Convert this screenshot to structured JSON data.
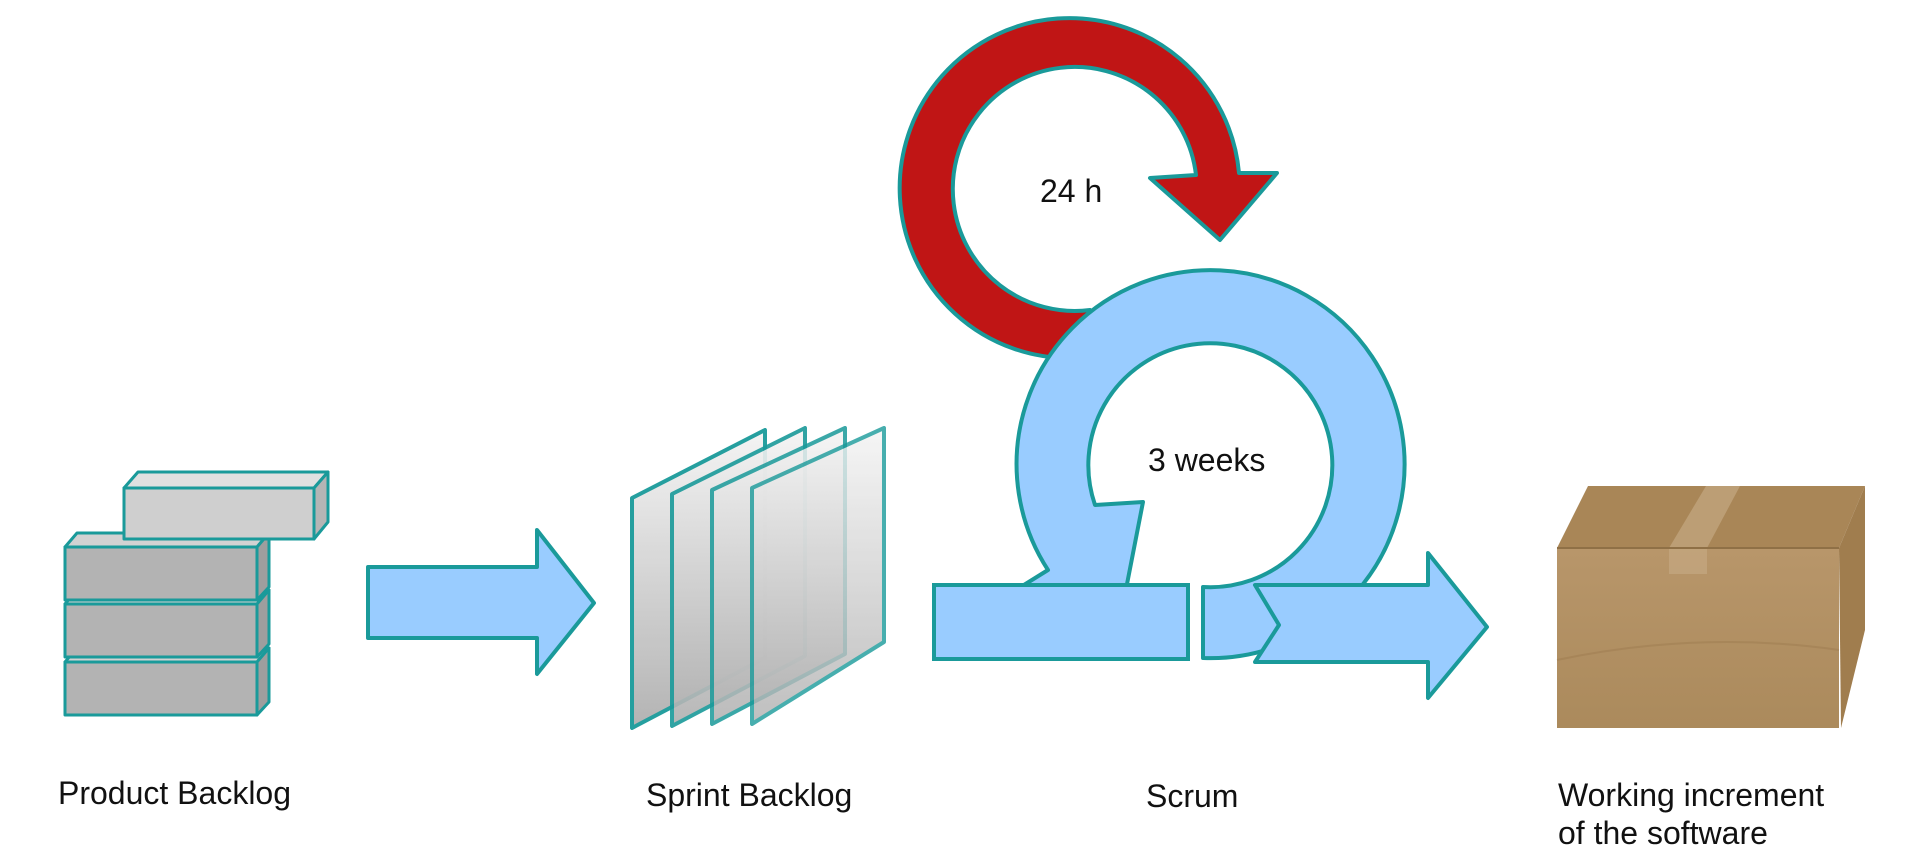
{
  "labels": {
    "product_backlog": "Product Backlog",
    "sprint_backlog": "Sprint Backlog",
    "scrum": "Scrum",
    "increment_line1": "Working increment",
    "increment_line2": "of the software"
  },
  "cycles": {
    "daily": "24 h",
    "sprint": "3 weeks"
  },
  "colors": {
    "outline": "#1a9a9a",
    "arrow_fill": "#99ccff",
    "daily_cycle_fill": "#c01515",
    "block_front": "#b3b3b3",
    "block_top": "#cccccc",
    "box_front": "#b08d5b",
    "box_top": "#a9875a"
  }
}
